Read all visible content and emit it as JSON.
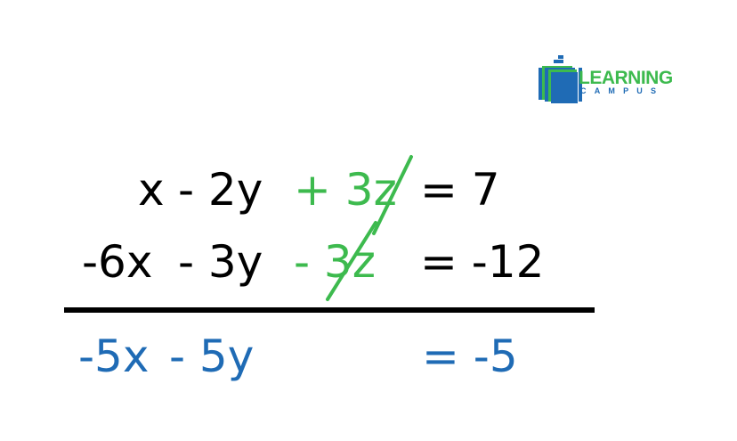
{
  "logo": {
    "line1": "LEARNING",
    "line2": "CAMPUS",
    "icon": "book-stack-icon"
  },
  "colors": {
    "text": "#000000",
    "eliminated": "#3dba4e",
    "result": "#1f6bb5",
    "background": "#ffffff"
  },
  "equations": {
    "row1": {
      "x_term": "x",
      "y_term": "- 2y",
      "z_term": "+ 3z",
      "equals": "= 7"
    },
    "row2": {
      "x_term": "-6x",
      "y_term": "- 3y",
      "z_term": "- 3z",
      "equals": "= -12"
    },
    "result": {
      "x_term": "-5x",
      "y_term": "- 5y",
      "equals": "= -5"
    }
  }
}
